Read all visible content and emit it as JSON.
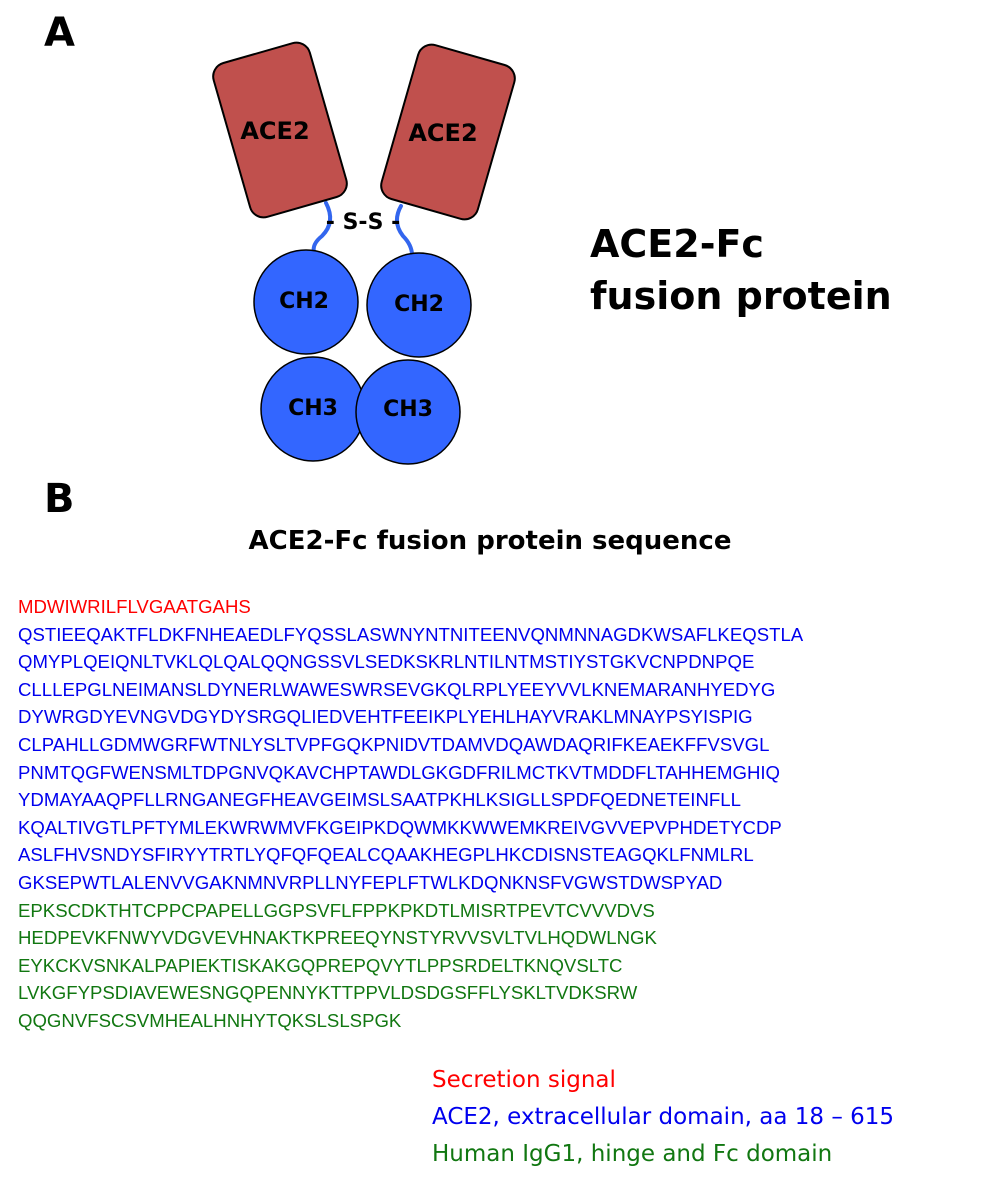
{
  "colors": {
    "ace2_box": "#c0504d",
    "ace2_border": "#000000",
    "domain_circle": "#3366ff",
    "linker": "#3366ee",
    "signal": "#ff0000",
    "ace2_seq": "#0000ee",
    "fc_seq": "#117711"
  },
  "panel_a": {
    "label": "A",
    "ace2_left": "ACE2",
    "ace2_right": "ACE2",
    "disulfide": "- S-S -",
    "ch2_left": "CH2",
    "ch2_right": "CH2",
    "ch3_left": "CH3",
    "ch3_right": "CH3",
    "title_line1": "ACE2-Fc",
    "title_line2": "fusion protein"
  },
  "panel_b": {
    "label": "B",
    "heading": "ACE2-Fc fusion protein sequence",
    "sequence": [
      {
        "text": "MDWIWRILFLVGAATGAHS",
        "segment": "signal"
      },
      {
        "text": "QSTIEEQAKTFLDKFNHEAEDLFYQSSLASWNYNTNITEENVQNMNNAGDKWSAFLKEQSTLA",
        "segment": "ace2"
      },
      {
        "text": "QMYPLQEIQNLTVKLQLQALQQNGSSVLSEDKSKRLNTILNTMSTIYSTGKVCNPDNPQE",
        "segment": "ace2"
      },
      {
        "text": "CLLLEPGLNEIMANSLDYNERLWAWESWRSEVGKQLRPLYEEYVVLKNEMARANHYEDYG",
        "segment": "ace2"
      },
      {
        "text": "DYWRGDYEVNGVDGYDYSRGQLIEDVEHTFEEIKPLYEHLHAYVRAKLMNAYPSYISPIG",
        "segment": "ace2"
      },
      {
        "text": "CLPAHLLGDMWGRFWTNLYSLTVPFGQKPNIDVTDAMVDQAWDAQRIFKEAEKFFVSVGL",
        "segment": "ace2"
      },
      {
        "text": "PNMTQGFWENSMLTDPGNVQKAVCHPTAWDLGKGDFRILMCTKVTMDDFLTAHHEMGHIQ",
        "segment": "ace2"
      },
      {
        "text": "YDMAYAAQPFLLRNGANEGFHEAVGEIMSLSAATPKHLKSIGLLSPDFQEDNETEINFLL",
        "segment": "ace2"
      },
      {
        "text": "KQALTIVGTLPFTYMLEKWRWMVFKGEIPKDQWMKKWWEMKREIVGVVEPVPHDETYCDP",
        "segment": "ace2"
      },
      {
        "text": "ASLFHVSNDYSFIRYYTRTLYQFQFQEALCQAAKHEGPLHKCDISNSTEAGQKLFNMLRL",
        "segment": "ace2"
      },
      {
        "text": "GKSEPWTLALENVVGAKNMNVRPLLNYFEPLFTWLKDQNKNSFVGWSTDWSPYAD",
        "segment": "ace2"
      },
      {
        "text": "EPKSCDKTHTCPPCPAPELLGGPSVFLFPPKPKDTLMISRTPEVTCVVVDVS",
        "segment": "fc"
      },
      {
        "text": "HEDPEVKFNWYVDGVEVHNAKTKPREEQYNSTYRVVSVLTVLHQDWLNGK",
        "segment": "fc"
      },
      {
        "text": "EYKCKVSNKALPAPIEKTISKAKGQPREPQVYTLPPSRDELTKNQVSLTC",
        "segment": "fc"
      },
      {
        "text": "LVKGFYPSDIAVEWESNGQPENNYKTTPPVLDSDGSFFLYSKLTVDKSRW",
        "segment": "fc"
      },
      {
        "text": "QQGNVFSCSVMHEALHNHYTQKSLSLSPGK",
        "segment": "fc"
      }
    ],
    "legend": {
      "signal": "Secretion signal",
      "ace2": "ACE2, extracellular domain, aa 18 – 615",
      "fc": "Human IgG1, hinge and Fc domain"
    }
  }
}
